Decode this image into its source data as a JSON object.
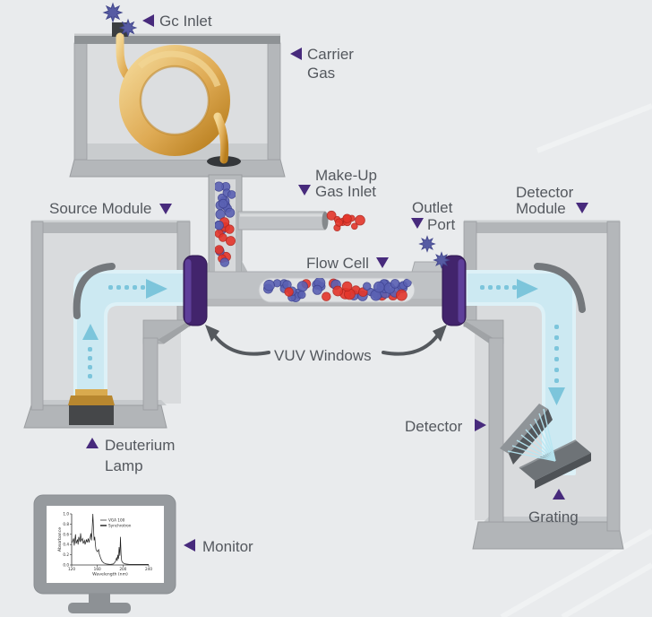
{
  "title": "GC-VUV spectroscopy system diagram",
  "labels": {
    "gc_inlet": "Gc Inlet",
    "carrier_line1": "Carrier",
    "carrier_line2": "Gas",
    "source_module": "Source Module",
    "make_up_line1": "Make-Up",
    "make_up_line2": "Gas Inlet",
    "outlet_line1": "Outlet",
    "outlet_line2": "Port",
    "detector_module_line1": "Detector",
    "detector_module_line2": "Module",
    "flow_cell": "Flow Cell",
    "vuv_windows": "VUV Windows",
    "deuterium_line1": "Deuterium",
    "deuterium_line2": "Lamp",
    "detector": "Detector",
    "grating": "Grating",
    "monitor": "Monitor"
  },
  "colors": {
    "background": "#e9ebed",
    "wall": "#b4b7ba",
    "wall_dark": "#8f9396",
    "interior": "#d9dbdd",
    "gold": "#dfab55",
    "beam": "#cce9f2",
    "beam_arrow": "#7cc5db",
    "molecule_blue": "#5a61b3",
    "molecule_red": "#e4362b",
    "window_purple": "#42246c",
    "accent_purple": "#472a7c",
    "label_text": "#54585e",
    "star_blue": "#565ba3",
    "slab_dark": "#53575b",
    "mirror": "#74787c"
  },
  "chart_data": {
    "type": "line",
    "title": "",
    "xlabel": "Wavelength (nm)",
    "ylabel": "Absorbance",
    "xlim": [
      120,
      240
    ],
    "ylim": [
      0.0,
      1.0
    ],
    "xticks": [
      120,
      160,
      200,
      240
    ],
    "yticks": [
      0.0,
      0.2,
      0.4,
      0.6,
      0.8,
      1.0
    ],
    "grid": false,
    "legend_position": "upper right",
    "legend": [
      "VGA 100",
      "Synchrotron"
    ],
    "series": [
      {
        "name": "VGA 100",
        "style": "thin black line"
      },
      {
        "name": "Synchrotron",
        "style": "thick black line (overlapping)"
      }
    ],
    "trace_points": [
      [
        121,
        0.44
      ],
      [
        123,
        0.52
      ],
      [
        124,
        0.38
      ],
      [
        126,
        0.6
      ],
      [
        127,
        0.42
      ],
      [
        129,
        0.5
      ],
      [
        130,
        0.4
      ],
      [
        131,
        0.55
      ],
      [
        133,
        0.45
      ],
      [
        134,
        0.62
      ],
      [
        135,
        0.47
      ],
      [
        137,
        0.52
      ],
      [
        138,
        0.42
      ],
      [
        140,
        0.48
      ],
      [
        141,
        0.4
      ],
      [
        143,
        0.5
      ],
      [
        144,
        0.44
      ],
      [
        146,
        0.52
      ],
      [
        147,
        0.44
      ],
      [
        149,
        0.55
      ],
      [
        150,
        0.62
      ],
      [
        151,
        0.48
      ],
      [
        152,
        0.7
      ],
      [
        153,
        1.0
      ],
      [
        154,
        0.72
      ],
      [
        155,
        0.48
      ],
      [
        156,
        0.55
      ],
      [
        157,
        0.4
      ],
      [
        158,
        0.3
      ],
      [
        160,
        0.26
      ],
      [
        162,
        0.3
      ],
      [
        163,
        0.22
      ],
      [
        165,
        0.14
      ],
      [
        167,
        0.08
      ],
      [
        170,
        0.04
      ],
      [
        174,
        0.02
      ],
      [
        180,
        0.01
      ],
      [
        185,
        0.02
      ],
      [
        188,
        0.06
      ],
      [
        190,
        0.14
      ],
      [
        191,
        0.08
      ],
      [
        192,
        0.2
      ],
      [
        193,
        0.12
      ],
      [
        194,
        0.35
      ],
      [
        195,
        0.18
      ],
      [
        196,
        0.55
      ],
      [
        197,
        0.2
      ],
      [
        198,
        0.08
      ],
      [
        200,
        0.04
      ],
      [
        204,
        0.02
      ],
      [
        210,
        0.01
      ],
      [
        220,
        0.01
      ],
      [
        230,
        0.01
      ],
      [
        240,
        0.01
      ]
    ]
  }
}
